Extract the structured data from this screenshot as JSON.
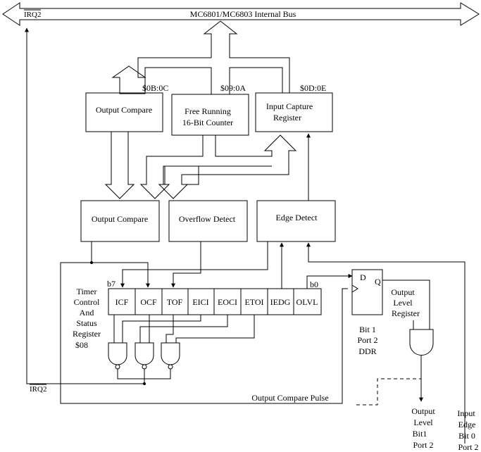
{
  "bus": {
    "label": "MC6801/MC6803 Internal Bus",
    "irq": "IRQ2"
  },
  "top_blocks": {
    "output_compare": {
      "label": "Output Compare",
      "addr": "$0B:0C"
    },
    "counter": {
      "line1": "Free Running",
      "line2": "16-Bit Counter",
      "addr": "$09:0A"
    },
    "input_capture": {
      "line1": "Input Capture",
      "line2": "Register",
      "addr": "$0D:0E"
    }
  },
  "mid_blocks": {
    "output_compare": "Output Compare",
    "overflow_detect": "Overflow Detect",
    "edge_detect": "Edge Detect"
  },
  "register": {
    "title_lines": [
      "Timer",
      "Control",
      "And",
      "Status",
      "Register",
      "$08"
    ],
    "bits": [
      "ICF",
      "OCF",
      "TOF",
      "EICI",
      "EOCI",
      "ETOI",
      "IEDG",
      "OLVL"
    ],
    "b7": "b7",
    "b0": "b0"
  },
  "flipflop": {
    "d": "D",
    "q": "Q",
    "ddr_lines": [
      "Bit 1",
      "Port 2",
      "DDR"
    ]
  },
  "output_level_register": [
    "Output",
    "Level",
    "Register"
  ],
  "irq2_low": "IRQ2",
  "ocp_label": "Output Compare Pulse",
  "pin_output": [
    "Output",
    "Level",
    "Bit1",
    "Port 2"
  ],
  "pin_input": [
    "Input",
    "Edge",
    "Bit 0",
    "Port 2"
  ]
}
